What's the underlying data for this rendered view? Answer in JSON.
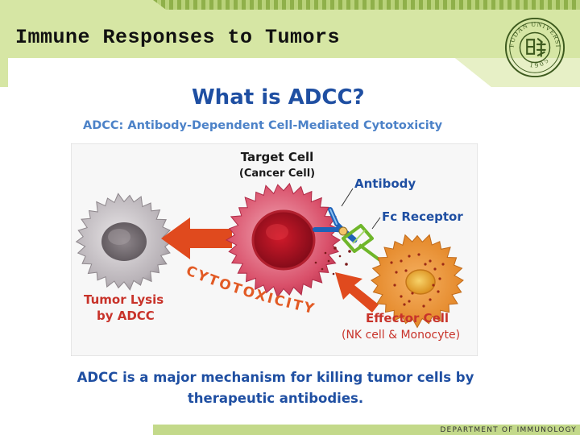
{
  "slide": {
    "title": "Immune Responses to Tumors",
    "footer": "DEPARTMENT OF IMMUNOLOGY"
  },
  "logo": {
    "text_top": "FUDAN UNIVERSITY",
    "year": "1905"
  },
  "figure": {
    "title": "What is ADCC?",
    "subtitle": "ADCC: Antibody-Dependent Cell-Mediated Cytotoxicity",
    "labels": {
      "target_cell": "Target Cell",
      "target_cell_sub": "(Cancer Cell)",
      "antibody": "Antibody",
      "fc_receptor": "Fc Receptor",
      "tumor_lysis_1": "Tumor Lysis",
      "tumor_lysis_2": "by ADCC",
      "effector_cell": "Effector Cell",
      "effector_cell_sub": "(NK cell & Monocyte)",
      "cytotoxicity": "CYTOTOXICITY"
    },
    "caption_line1": "ADCC is a major mechanism for killing tumor cells by",
    "caption_line2": "therapeutic antibodies."
  },
  "colors": {
    "header_green": "#d6e6a4",
    "accent_green": "#9cbc52",
    "title_blue": "#1f4fa2",
    "label_red": "#c8332a",
    "arrow_red": "#e0431a",
    "target_cell": "#d23e54",
    "effector_cell": "#e88a2e"
  }
}
